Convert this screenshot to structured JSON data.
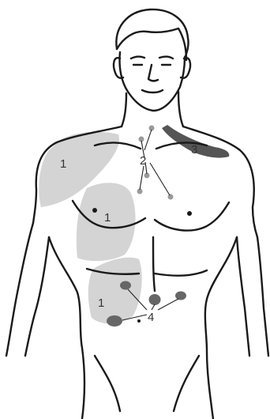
{
  "colors": {
    "outline": "#1a1a1a",
    "zone_light": "#d4d4d4",
    "zone_dark": "#555555",
    "marker": "#666666",
    "marker_small": "#9a9a9a"
  },
  "labels": {
    "zone_shoulder": "1",
    "zone_chest": "1",
    "zone_abdomen": "1",
    "group_center": "2",
    "zone_neck": "3",
    "group_lower": "4"
  },
  "icons": {
    "figure": "male-torso-front-outline"
  }
}
